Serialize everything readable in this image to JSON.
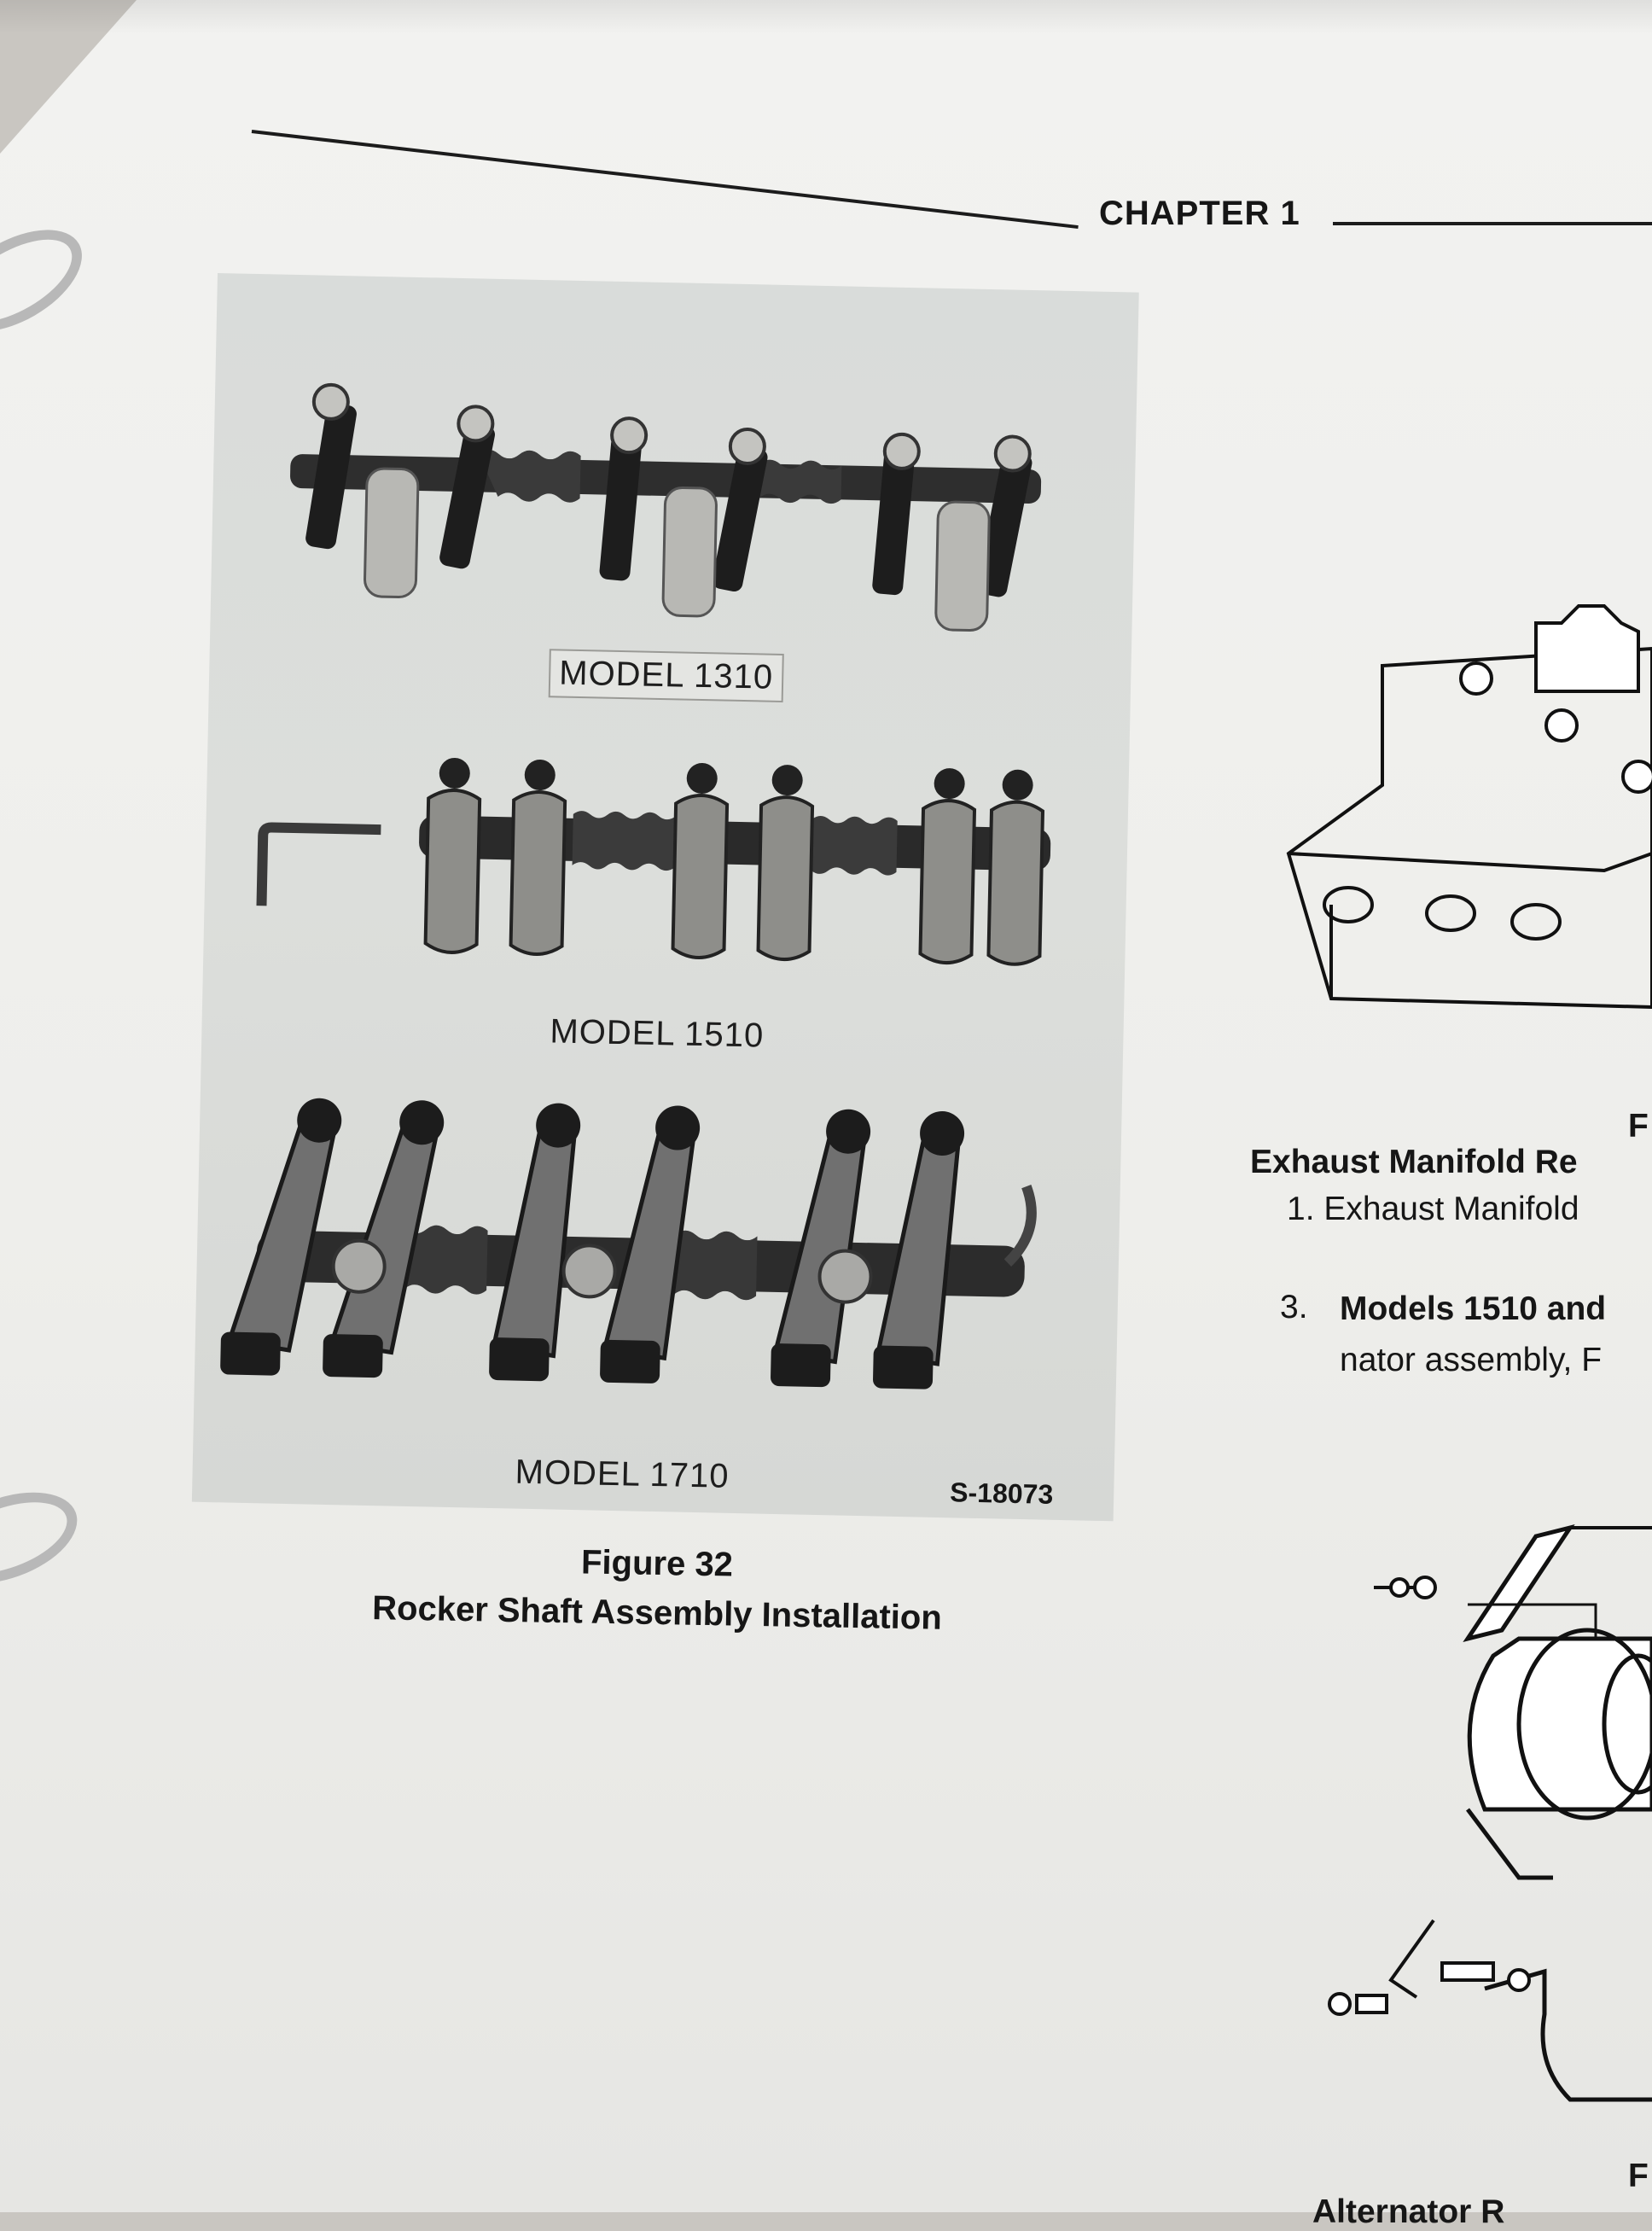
{
  "header": {
    "chapter": "CHAPTER 1"
  },
  "figure": {
    "models": [
      "MODEL 1310",
      "MODEL 1510",
      "MODEL 1710"
    ],
    "source_no": "S-18073",
    "number": "Figure 32",
    "title": "Rocker Shaft Assembly Installation"
  },
  "right_column": {
    "fig_letter_top": "F",
    "heading": "Exhaust Manifold Re",
    "step1": "1.  Exhaust Manifold",
    "step3_num": "3.",
    "step3_bold": "Models 1510 and",
    "step3_line2": "nator assembly, F",
    "fig_letter_bottom": "F",
    "bottom_title": "Alternator R"
  }
}
